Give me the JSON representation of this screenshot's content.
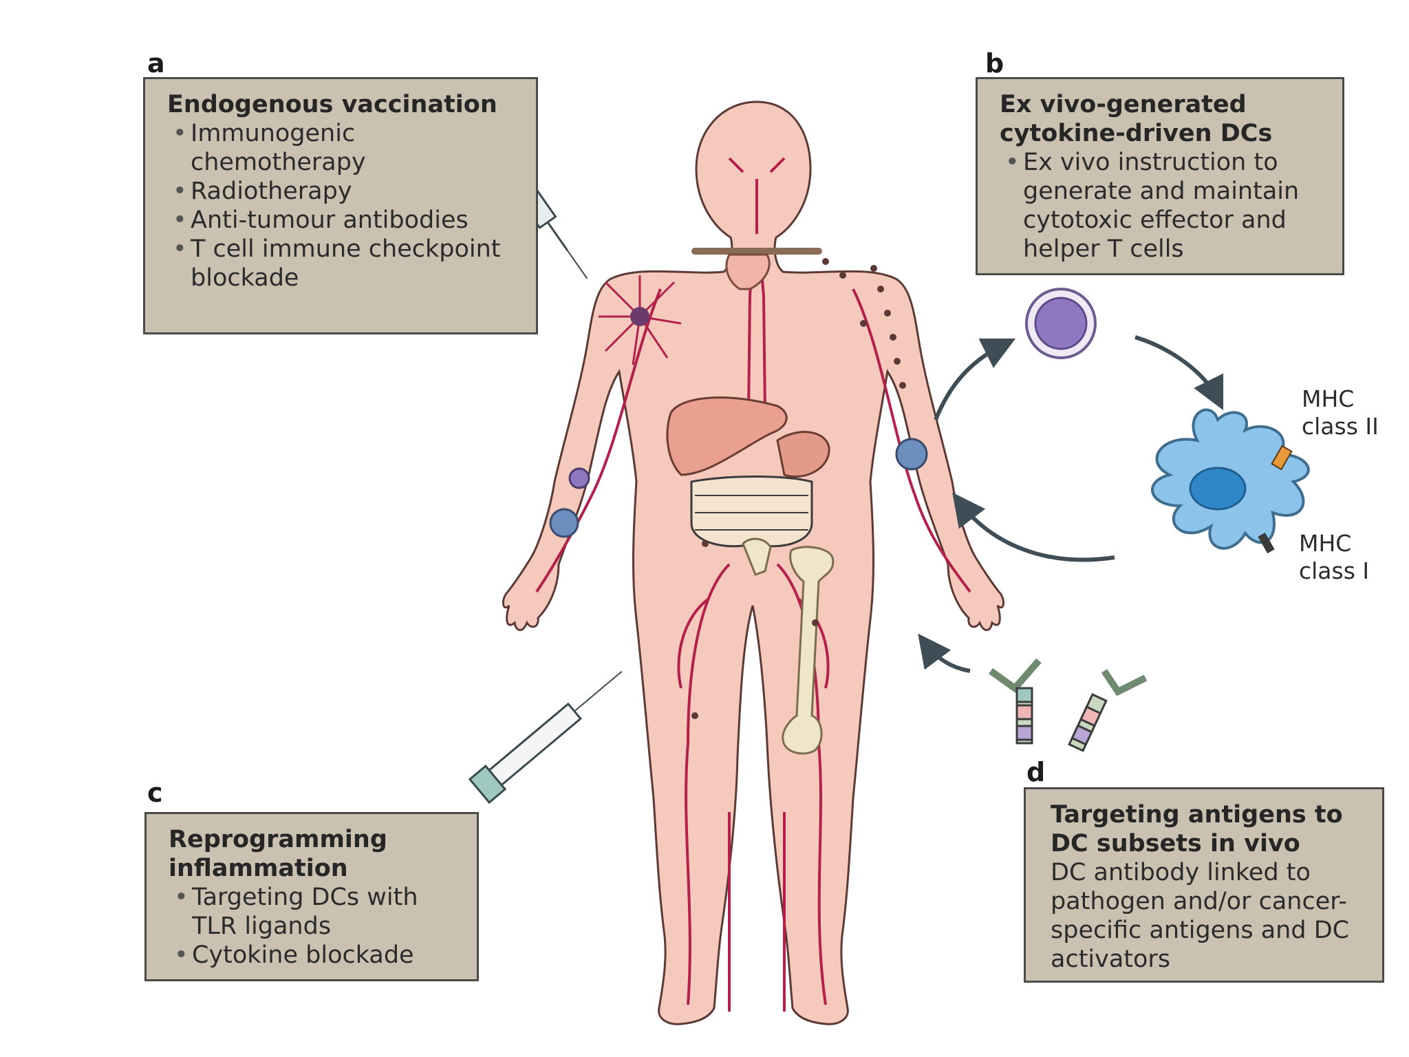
{
  "panels": {
    "a": {
      "letter": "a",
      "title": "Endogenous vaccination",
      "items": [
        "Immunogenic chemotherapy",
        "Radiotherapy",
        "Anti-tumour antibodies",
        "T cell immune checkpoint blockade"
      ]
    },
    "b": {
      "letter": "b",
      "title": "Ex vivo-generated cytokine-driven DCs",
      "items": [
        "Ex vivo instruction to generate and maintain cytotoxic effector and helper T cells"
      ]
    },
    "c": {
      "letter": "c",
      "title": "Reprogramming inflammation",
      "items": [
        "Targeting DCs with TLR ligands",
        "Cytokine blockade"
      ]
    },
    "d": {
      "letter": "d",
      "title": "Targeting antigens to DC subsets in vivo",
      "body": "DC antibody linked to pathogen and/or cancer-specific antigens and DC activators"
    }
  },
  "labels": {
    "mhc_class_2": "MHC class II",
    "mhc_class_1": "MHC class I"
  },
  "colors": {
    "box_fill": "#cbc1b1",
    "body_fill": "#f6c9bd",
    "vessel": "#b3214a",
    "dc_cell": "#8cc3ea",
    "t_cell": "#8f78c0",
    "arrow": "#3f4d57"
  }
}
